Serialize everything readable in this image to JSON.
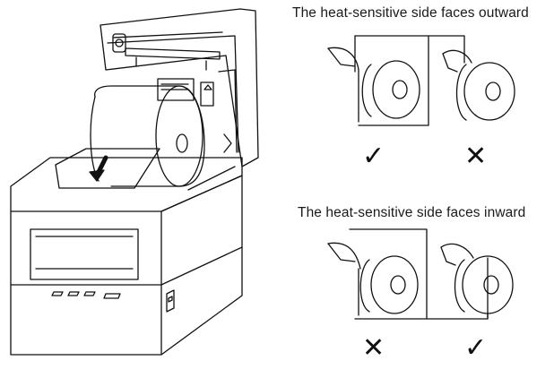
{
  "captions": {
    "outward": "The heat-sensitive side faces outward",
    "inward": "The heat-sensitive side faces inward"
  },
  "marks": {
    "check": "✓",
    "cross": "✕"
  },
  "colors": {
    "line": "#111111",
    "background": "#ffffff"
  },
  "icons": [
    "printer-illustration",
    "paper-roll-icon",
    "check-icon",
    "cross-icon",
    "arrow-down-icon"
  ]
}
